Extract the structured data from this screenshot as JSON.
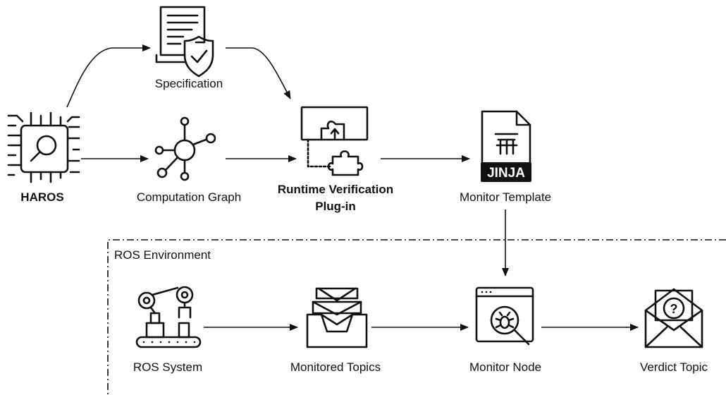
{
  "nodes": {
    "specification": "Specification",
    "haros": "HAROS",
    "computation_graph": "Computation Graph",
    "rv_plugin_line1": "Runtime Verification",
    "rv_plugin_line2": "Plug-in",
    "monitor_template": "Monitor Template",
    "jinja_badge": "JINJA",
    "ros_system": "ROS System",
    "monitored_topics": "Monitored Topics",
    "monitor_node": "Monitor Node",
    "verdict_topic": "Verdict Topic"
  },
  "group": {
    "ros_environment": "ROS Environment"
  },
  "icons": {
    "specification": "document-shield-check-icon",
    "haros": "circuit-chip-magnifier-icon",
    "computation_graph": "graph-hub-icon",
    "rv_plugin": "puzzle-plugin-icon",
    "monitor_template": "jinja-file-icon",
    "ros_system": "robot-arm-conveyor-icon",
    "monitored_topics": "mail-tray-icon",
    "monitor_node": "browser-bug-magnifier-icon",
    "verdict_topic": "envelope-question-icon"
  },
  "colors": {
    "ink": "#111111",
    "background": "#ffffff"
  }
}
